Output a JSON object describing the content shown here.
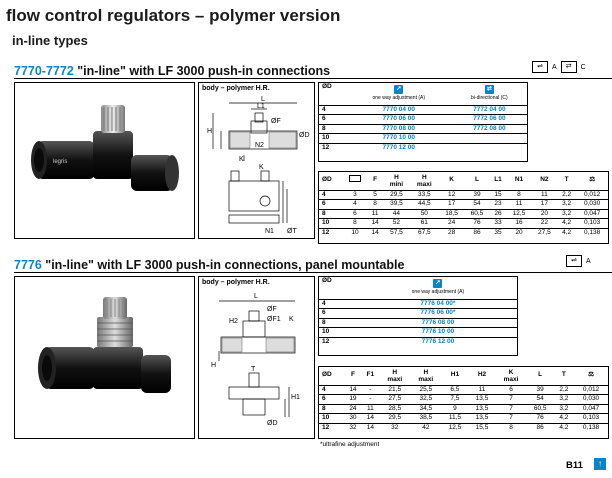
{
  "header": {
    "title": "flow control regulators – polymer version",
    "subtitle": "in-line types"
  },
  "section1": {
    "code": "7770-7772",
    "title_rest": " \"in-line\" with LF 3000 push-in connections",
    "symbols": [
      "A",
      "C"
    ],
    "diagram_label": "body – polymer H.R.",
    "dim_labels": [
      "L",
      "L1",
      "H",
      "ØF",
      "ØD",
      "N2",
      "K",
      "K",
      "N1",
      "ØT"
    ],
    "table1": {
      "col_od": "ØD",
      "col_a": "one way adjustment (A)",
      "col_c": "bi-directional (C)",
      "rows": [
        {
          "od": "4",
          "a": "7770 04 00",
          "c": "7772 04 00"
        },
        {
          "od": "6",
          "a": "7770 06 00",
          "c": "7772 06 00"
        },
        {
          "od": "8",
          "a": "7770 08 00",
          "c": "7772 08 00"
        },
        {
          "od": "10",
          "a": "7770 10 00",
          "c": ""
        },
        {
          "od": "12",
          "a": "7770 12 00",
          "c": ""
        }
      ]
    },
    "table2": {
      "headers": [
        "ØD",
        "",
        "F",
        "H mini",
        "H maxi",
        "K",
        "L",
        "L1",
        "N1",
        "N2",
        "T",
        ""
      ],
      "rows": [
        [
          "4",
          "3",
          "5",
          "29,5",
          "33,5",
          "12",
          "39",
          "15",
          "8",
          "11",
          "2,2",
          "0,012"
        ],
        [
          "6",
          "4",
          "8",
          "39,5",
          "44,5",
          "17",
          "54",
          "23",
          "11",
          "17",
          "3,2",
          "0,030"
        ],
        [
          "8",
          "6",
          "11",
          "44",
          "50",
          "18,5",
          "60,5",
          "26",
          "12,5",
          "20",
          "3,2",
          "0,047"
        ],
        [
          "10",
          "8",
          "14",
          "52",
          "61",
          "24",
          "76",
          "33",
          "16",
          "22",
          "4,2",
          "0,103"
        ],
        [
          "12",
          "10",
          "14",
          "57,5",
          "67,5",
          "28",
          "86",
          "35",
          "20",
          "27,5",
          "4,2",
          "0,138"
        ]
      ]
    }
  },
  "section2": {
    "code": "7776",
    "title_rest": " \"in-line\" with LF 3000 push-in connections, panel mountable",
    "symbols": [
      "A"
    ],
    "diagram_label": "body – polymer H.R.",
    "dim_labels": [
      "L",
      "H2",
      "ØF",
      "K",
      "ØF1",
      "H",
      "H1",
      "T",
      "ØD"
    ],
    "table1": {
      "col_od": "ØD",
      "col_a": "one way adjustment (A)",
      "rows": [
        {
          "od": "4",
          "a": "7776 04 00*"
        },
        {
          "od": "6",
          "a": "7776 06 00*"
        },
        {
          "od": "8",
          "a": "7776 08 00"
        },
        {
          "od": "10",
          "a": "7776 10 00"
        },
        {
          "od": "12",
          "a": "7776 12 00"
        }
      ]
    },
    "table2": {
      "headers": [
        "ØD",
        "F",
        "F1",
        "H maxi",
        "H maxi",
        "H1",
        "H2",
        "K maxi",
        "L",
        "T",
        ""
      ],
      "rows": [
        [
          "4",
          "14",
          "-",
          "21,5",
          "25,5",
          "6,5",
          "11",
          "6",
          "39",
          "2,2",
          "0,012"
        ],
        [
          "6",
          "19",
          "-",
          "27,5",
          "32,5",
          "7,5",
          "13,5",
          "7",
          "54",
          "3,2",
          "0,030"
        ],
        [
          "8",
          "24",
          "11",
          "28,5",
          "34,5",
          "9",
          "13,5",
          "7",
          "60,5",
          "3,2",
          "0,047"
        ],
        [
          "10",
          "30",
          "14",
          "29,5",
          "38,5",
          "11,5",
          "13,5",
          "7",
          "76",
          "4,2",
          "0,103"
        ],
        [
          "12",
          "32",
          "14",
          "32",
          "42",
          "12,5",
          "15,5",
          "8",
          "86",
          "4,2",
          "0,138"
        ]
      ]
    },
    "footnote": "*ultrafine adjustment"
  },
  "footer": {
    "page": "B11"
  },
  "colors": {
    "accent": "#0a84c6"
  }
}
